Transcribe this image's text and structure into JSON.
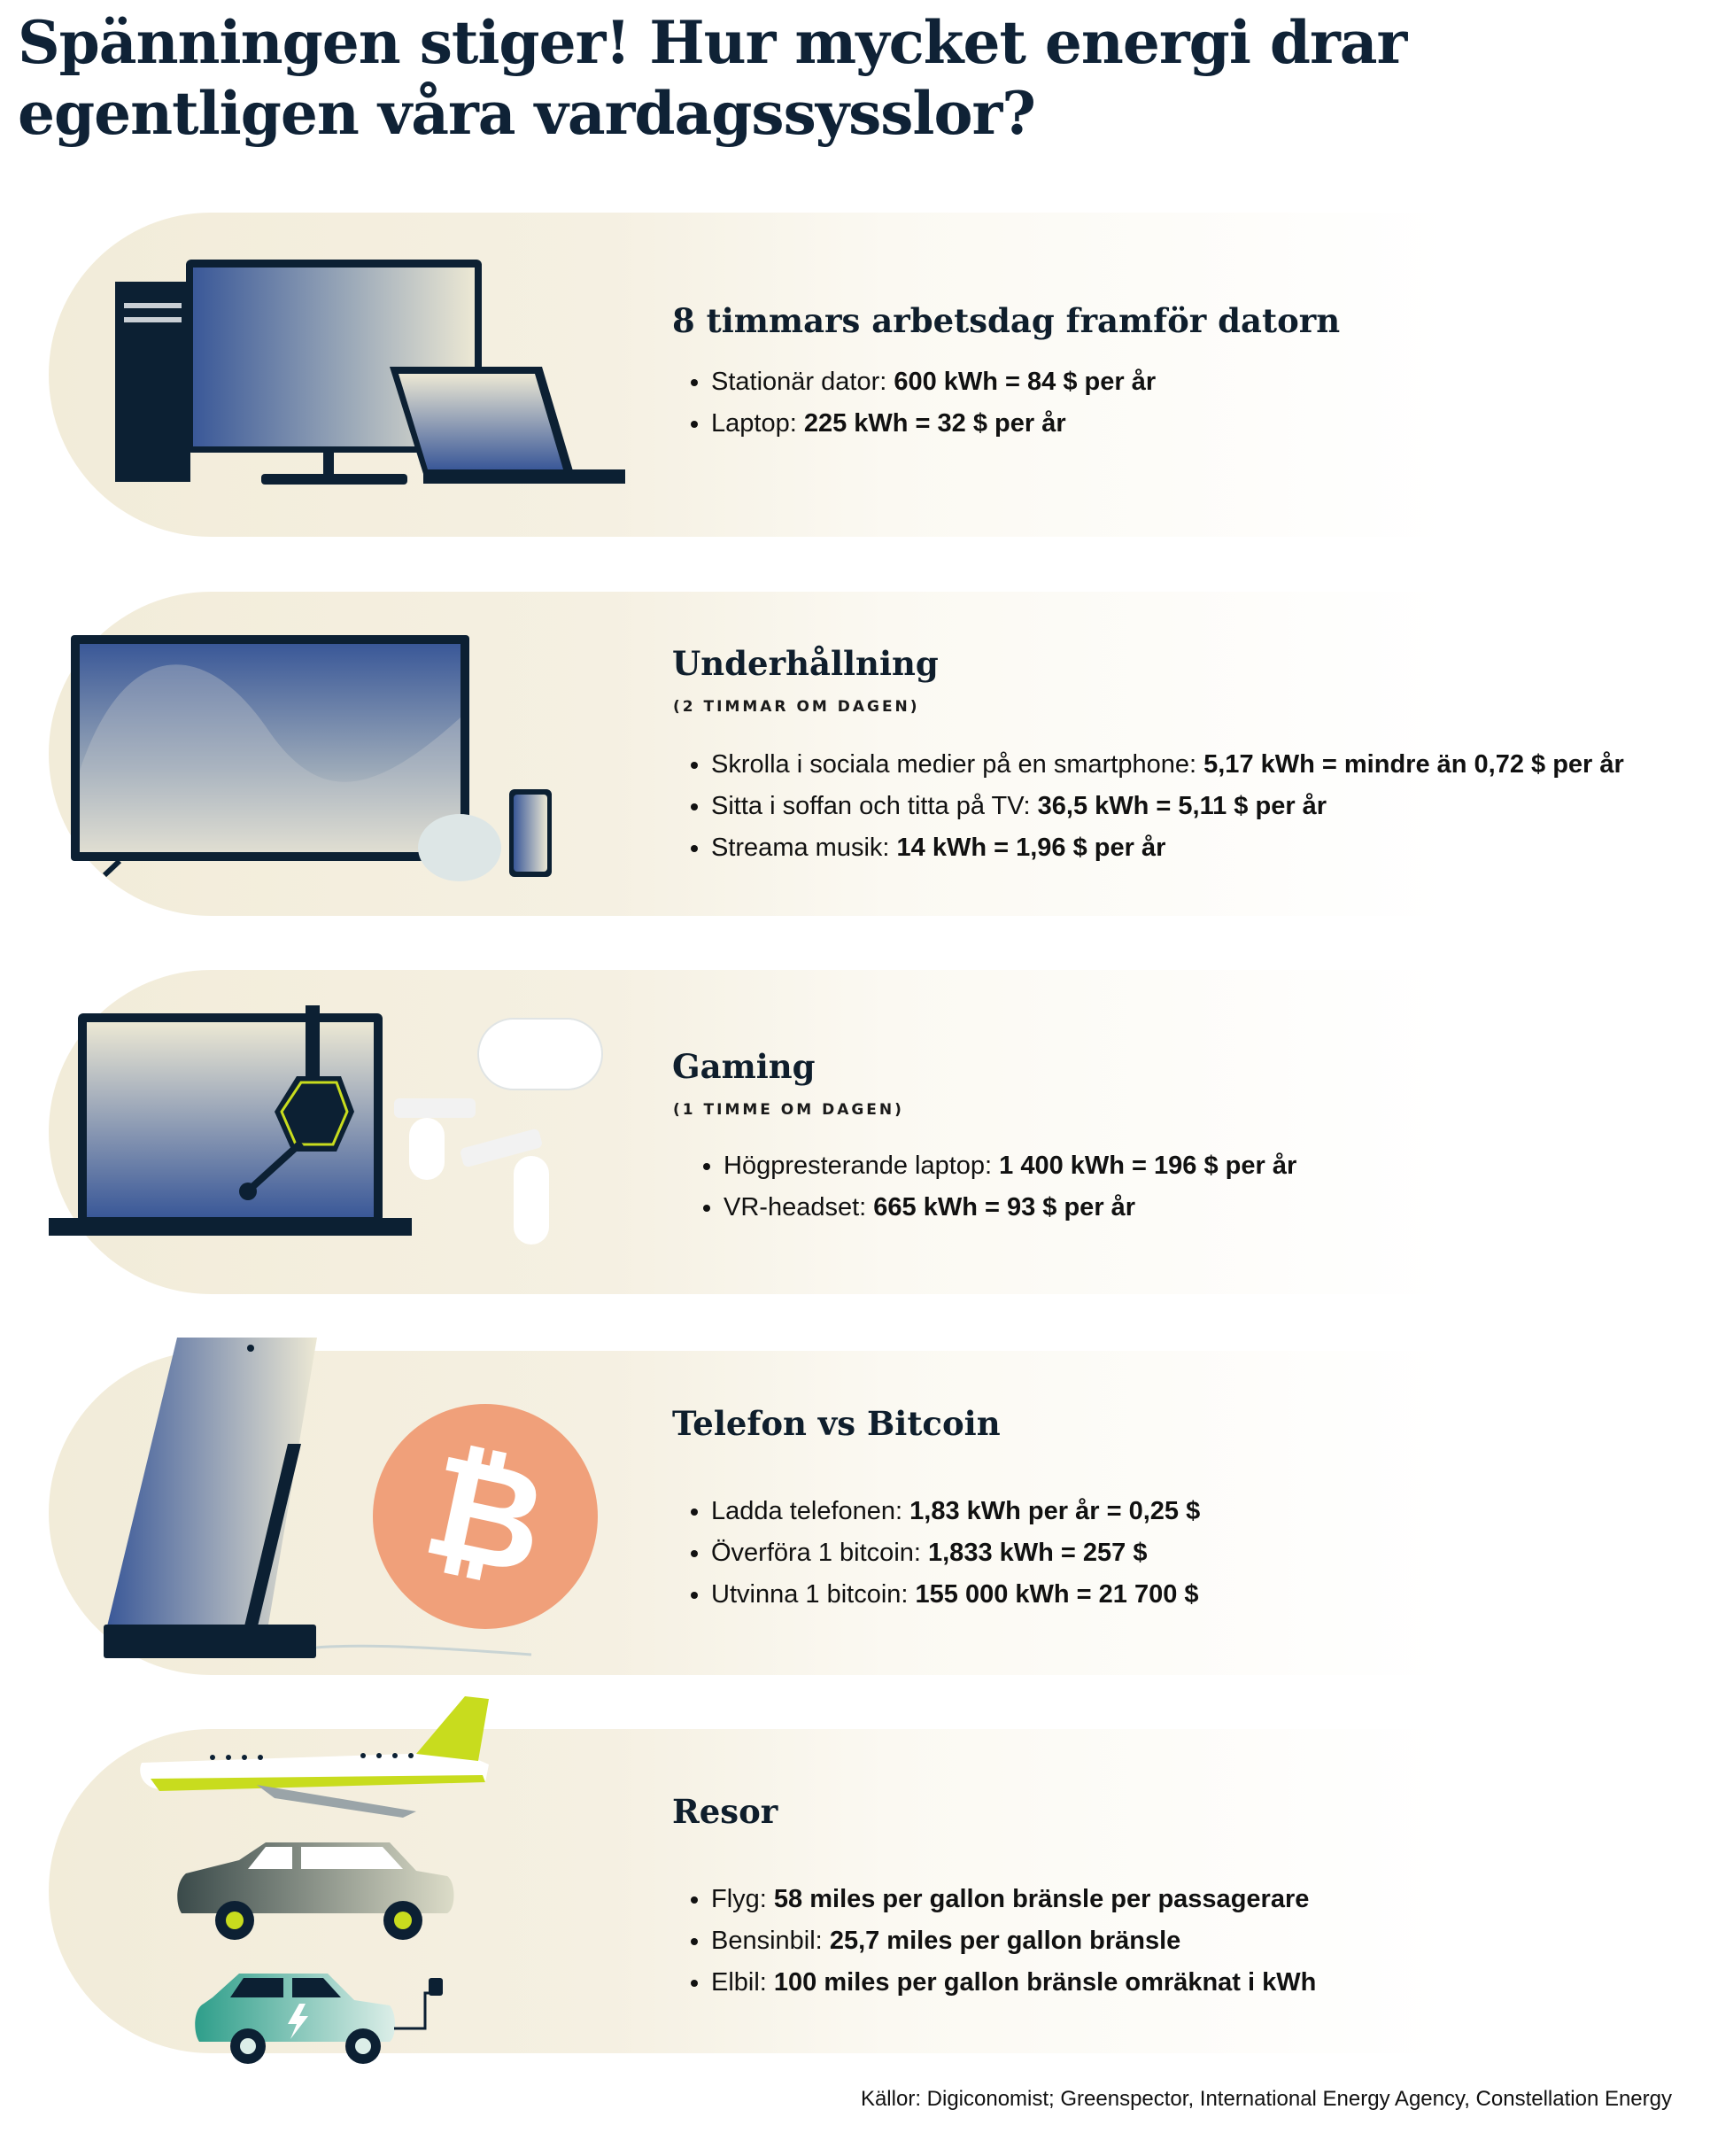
{
  "header": {
    "title_line1": "Spänningen stiger! Hur mycket energi drar",
    "title_line2": "egentligen våra vardagssysslor?"
  },
  "sections": [
    {
      "title": "8 timmars arbetsdag framför datorn",
      "subtitle": "",
      "icon": "desktop-and-laptop-icon",
      "items": [
        {
          "label": "Stationär dator: ",
          "value": "600 kWh = 84 $ per år"
        },
        {
          "label": "Laptop: ",
          "value": "225 kWh = 32 $ per år"
        }
      ]
    },
    {
      "title": "Underhållning",
      "subtitle": "(2 TIMMAR OM DAGEN)",
      "icon": "tv-speaker-phone-icon",
      "items": [
        {
          "label": "Skrolla i sociala medier på en smartphone: ",
          "value": "5,17 kWh = mindre än 0,72 $ per år"
        },
        {
          "label": "Sitta i soffan och titta på TV: ",
          "value": "36,5 kWh = 5,11 $ per år"
        },
        {
          "label": "Streama musik: ",
          "value": "14 kWh = 1,96 $ per år"
        }
      ]
    },
    {
      "title": "Gaming",
      "subtitle": "(1 TIMME OM DAGEN)",
      "icon": "laptop-headset-vr-icon",
      "items": [
        {
          "label": "Högpresterande laptop: ",
          "value": "1 400 kWh = 196 $ per år"
        },
        {
          "label": "VR-headset: ",
          "value": "665 kWh = 93 $ per år"
        }
      ]
    },
    {
      "title": "Telefon vs Bitcoin",
      "subtitle": "",
      "icon": "phone-charger-bitcoin-icon",
      "items": [
        {
          "label": "Ladda telefonen: ",
          "value": "1,83 kWh per år = 0,25 $"
        },
        {
          "label": "Överföra 1 bitcoin: ",
          "value": "1,833 kWh = 257 $"
        },
        {
          "label": "Utvinna 1 bitcoin: ",
          "value": "155 000 kWh = 21 700 $"
        }
      ]
    },
    {
      "title": "Resor",
      "subtitle": "",
      "icon": "plane-car-ev-icon",
      "items": [
        {
          "label": "Flyg: ",
          "value": "58 miles per gallon bränsle per passagerare"
        },
        {
          "label": "Bensinbil: ",
          "value": "25,7 miles per gallon bränsle"
        },
        {
          "label": "Elbil: ",
          "value": "100 miles per gallon bränsle omräknat i kWh"
        }
      ]
    }
  ],
  "footer": {
    "source": "Källor: Digiconomist; Greenspector, International Energy Agency, Constellation Energy"
  },
  "colors": {
    "title": "#0f2236",
    "pill": "#f2ecd9",
    "navy": "#0c2033",
    "screen_blue": "#3a5a9a",
    "bitcoin": "#f0a07a",
    "lime": "#c8dc1e",
    "ev_teal": "#2e9e8a"
  }
}
